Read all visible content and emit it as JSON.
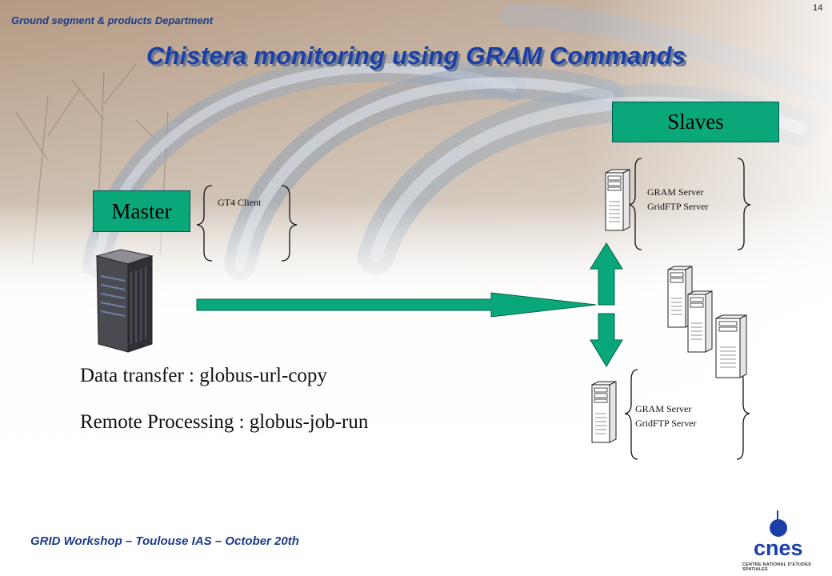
{
  "header": {
    "department": "Ground segment & products Department",
    "page_number": "14",
    "title": "Chistera monitoring using GRAM Commands"
  },
  "master": {
    "label": "Master",
    "client": "GT4 Client"
  },
  "slaves": {
    "label": "Slaves",
    "top_services": [
      "GRAM Server",
      "GridFTP Server"
    ],
    "bottom_services": [
      "GRAM Server",
      "GridFTP Server"
    ]
  },
  "commands": {
    "transfer": "Data transfer : globus-url-copy",
    "processing": "Remote Processing : globus-job-run"
  },
  "footer": {
    "event": "GRID Workshop – Toulouse  IAS – October  20th"
  },
  "logo": {
    "name": "cnes",
    "subtitle": "CENTRE NATIONAL D'ETUDES SPATIALES"
  },
  "colors": {
    "accent_green": "#0aa77a",
    "title_blue": "#1b3fa6"
  }
}
